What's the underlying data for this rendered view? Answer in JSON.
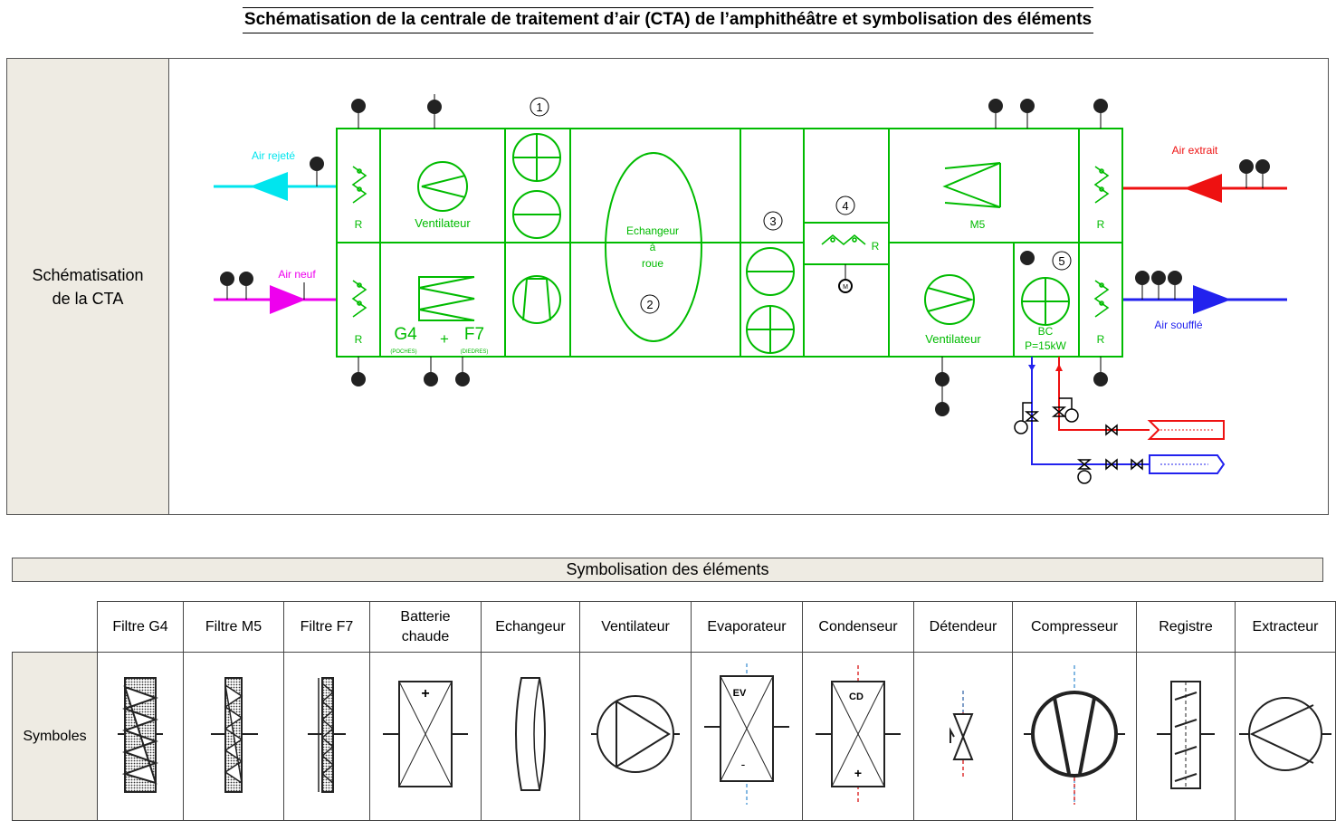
{
  "title": "Schématisation de la centrale de traitement d’air (CTA) de l’amphithéâtre et symbolisation des éléments",
  "side_label": {
    "line1": "Schématisation",
    "line2": "de la CTA"
  },
  "diagram": {
    "air_rejete": "Air rejeté",
    "air_neuf": "Air neuf",
    "air_extrait": "Air extrait",
    "air_souffle": "Air soufflé",
    "r": "R",
    "ventilateur": "Ventilateur",
    "echangeur1": "Echangeur",
    "echangeur2": "à",
    "echangeur3": "roue",
    "g4": "G4",
    "plus": "+",
    "f7": "F7",
    "poches": "(POCHES)",
    "diedres": "(DIEDRES)",
    "m5": "M5",
    "bc": "BC",
    "power": "P=15kW",
    "n1": "1",
    "n2": "2",
    "n3": "3",
    "n4": "4",
    "n5": "5",
    "motor": "M"
  },
  "legend_title": "Symbolisation des éléments",
  "symbols_label": "Symboles",
  "elements": [
    {
      "label": "Filtre G4",
      "icon": "filter-g4-icon"
    },
    {
      "label": "Filtre M5",
      "icon": "filter-m5-icon"
    },
    {
      "label": "Filtre F7",
      "icon": "filter-f7-icon"
    },
    {
      "label": "Batterie chaude",
      "icon": "heating-coil-icon"
    },
    {
      "label": "Echangeur",
      "icon": "heat-exchanger-icon"
    },
    {
      "label": "Ventilateur",
      "icon": "fan-icon"
    },
    {
      "label": "Evaporateur",
      "icon": "evaporator-icon"
    },
    {
      "label": "Condenseur",
      "icon": "condenser-icon"
    },
    {
      "label": "Détendeur",
      "icon": "expansion-valve-icon"
    },
    {
      "label": "Compresseur",
      "icon": "compressor-icon"
    },
    {
      "label": "Registre",
      "icon": "damper-icon"
    },
    {
      "label": "Extracteur",
      "icon": "extractor-icon"
    }
  ],
  "symbol_text": {
    "plus": "+",
    "minus": "-",
    "ev": "EV",
    "cd": "CD"
  },
  "colors": {
    "unit_green": "#00bb00",
    "air_rejete": "#00e5ee",
    "air_neuf": "#ee00ee",
    "air_extrait": "#ee1111",
    "air_souffle": "#2222ee",
    "header_bg": "#eeebe3"
  }
}
